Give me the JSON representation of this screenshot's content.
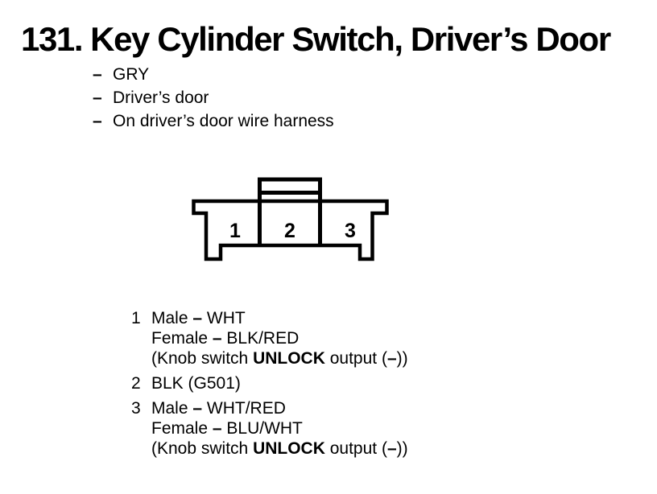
{
  "colors": {
    "background": "#ffffff",
    "ink": "#000000"
  },
  "header": {
    "number": "131.",
    "title": "Key Cylinder Switch, Driver’s Door",
    "bullet_char": "–",
    "bullets": [
      "GRY",
      "Driver’s door",
      "On driver’s door wire harness"
    ]
  },
  "connector": {
    "description": "3-cavity connector, front view, lock tab on top",
    "cavity_labels": [
      "1",
      "2",
      "3"
    ]
  },
  "pinout": {
    "bold_tokens": [
      "UNLOCK",
      "–"
    ],
    "pins": [
      {
        "number": "1",
        "lines": [
          "Male – WHT",
          "Female – BLK/RED",
          "(Knob switch UNLOCK output (–))"
        ]
      },
      {
        "number": "2",
        "lines": [
          "BLK (G501)"
        ]
      },
      {
        "number": "3",
        "lines": [
          "Male – WHT/RED",
          "Female – BLU/WHT",
          "(Knob switch UNLOCK output (–))"
        ]
      }
    ]
  }
}
